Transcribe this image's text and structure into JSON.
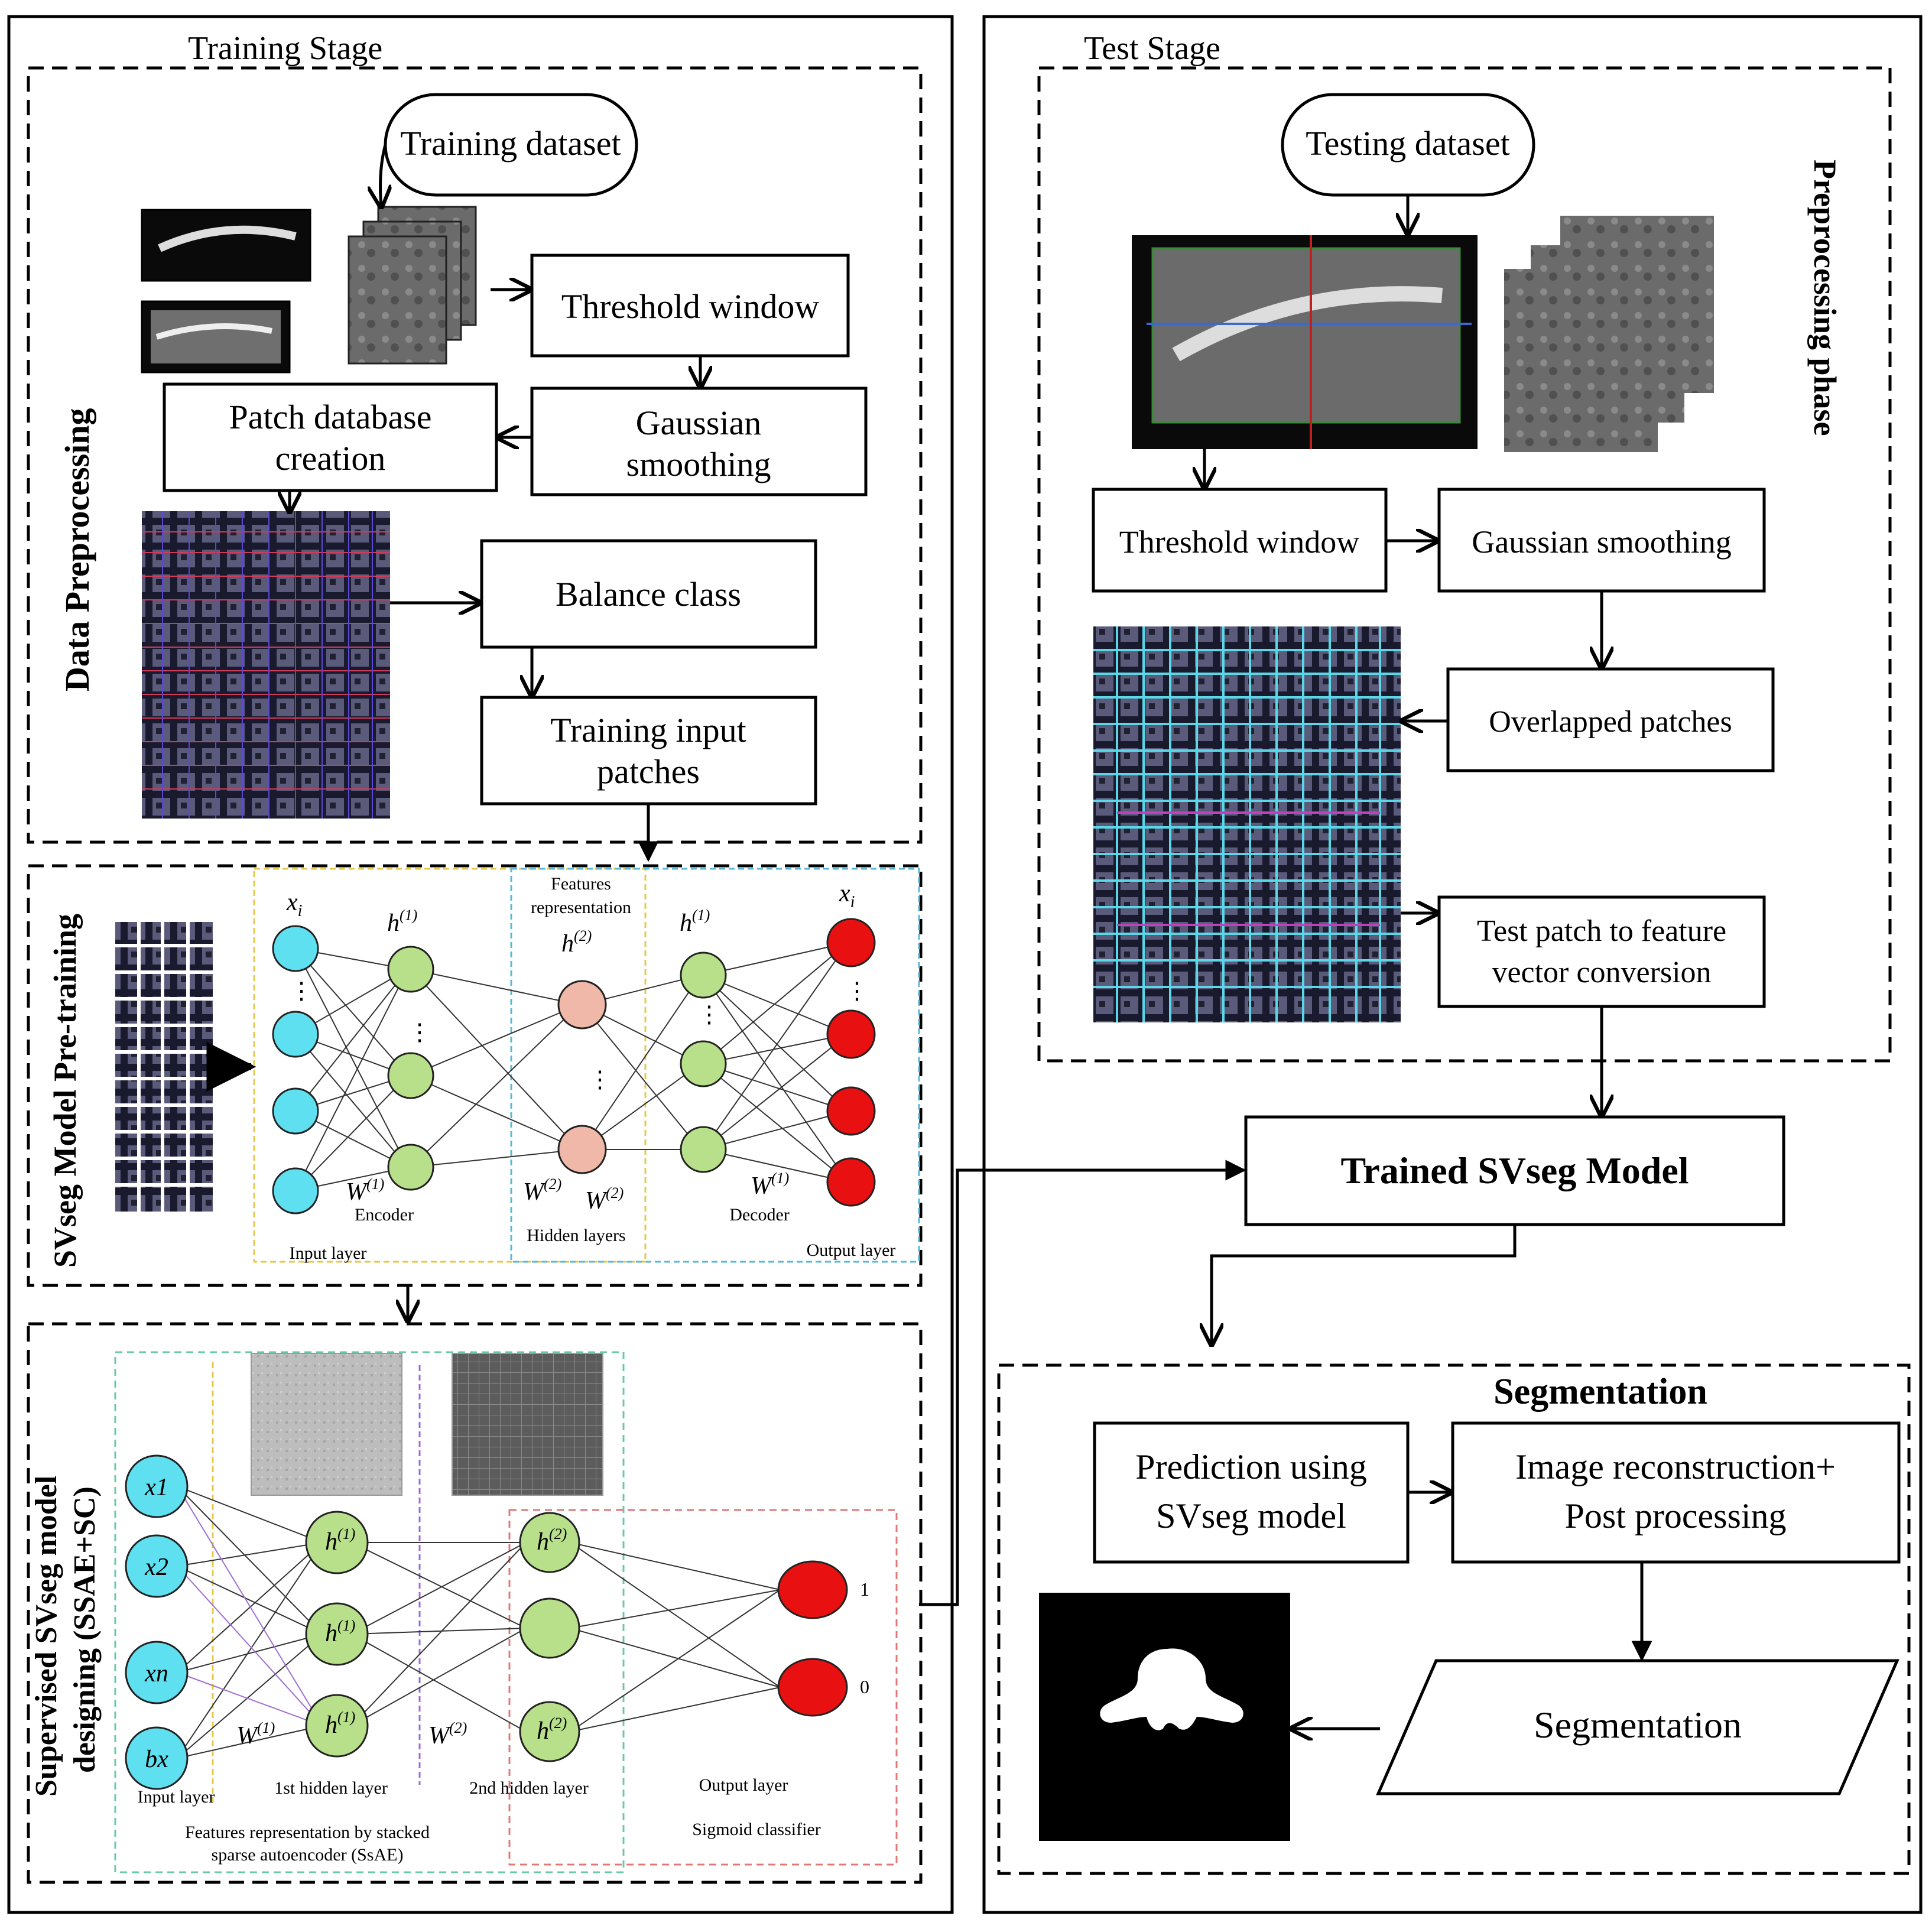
{
  "training": {
    "stage_title": "Training Stage",
    "preprocessing_label": "Data Preprocessing",
    "training_dataset": "Training dataset",
    "threshold_window": "Threshold window",
    "gaussian_smoothing_1": "Gaussian",
    "gaussian_smoothing_2": "smoothing",
    "patch_db_1": "Patch database",
    "patch_db_2": "creation",
    "balance_class": "Balance class",
    "training_input_1": "Training input",
    "training_input_2": "patches"
  },
  "pretraining": {
    "label": "SVseg Model Pre-training",
    "features_rep_1": "Features",
    "features_rep_2": "representation",
    "encoder": "Encoder",
    "decoder": "Decoder",
    "input_layer": "Input layer",
    "hidden_layers": "Hidden layers",
    "output_layer": "Output layer",
    "x_i": "x",
    "x_i_sub": "i",
    "h1": "h",
    "h1_sup": "(1)",
    "h2_sup": "(2)",
    "w1": "W",
    "w1_sup": "(1)",
    "w2_sup": "(2)",
    "dots": "⋮"
  },
  "supervised": {
    "label_1": "Supervised SVseg model",
    "label_2": "designing (SSAE+SC)",
    "nodes_input": [
      "x1",
      "x2",
      "xn",
      "bx"
    ],
    "input_layer": "Input layer",
    "hidden1": "1st hidden layer",
    "hidden2": "2nd hidden layer",
    "output_layer": "Output layer",
    "sigmoid": "Sigmoid classifier",
    "features_1": "Features representation by stacked",
    "features_2": "sparse autoencoder (SsAE)",
    "out1": "1",
    "out0": "0"
  },
  "test": {
    "stage_title": "Test Stage",
    "preprocessing_phase": "Preprocessing phase",
    "testing_dataset": "Testing dataset",
    "threshold_window": "Threshold window",
    "gaussian_smoothing": "Gaussian smoothing",
    "overlapped_patches": "Overlapped patches",
    "test_patch_1": "Test patch to feature",
    "test_patch_2": "vector conversion"
  },
  "trained_model": "Trained SVseg Model",
  "segmentation": {
    "title": "Segmentation",
    "prediction_1": "Prediction using",
    "prediction_2": "SVseg model",
    "recon_1": "Image reconstruction+",
    "recon_2": "Post processing",
    "output": "Segmentation"
  }
}
